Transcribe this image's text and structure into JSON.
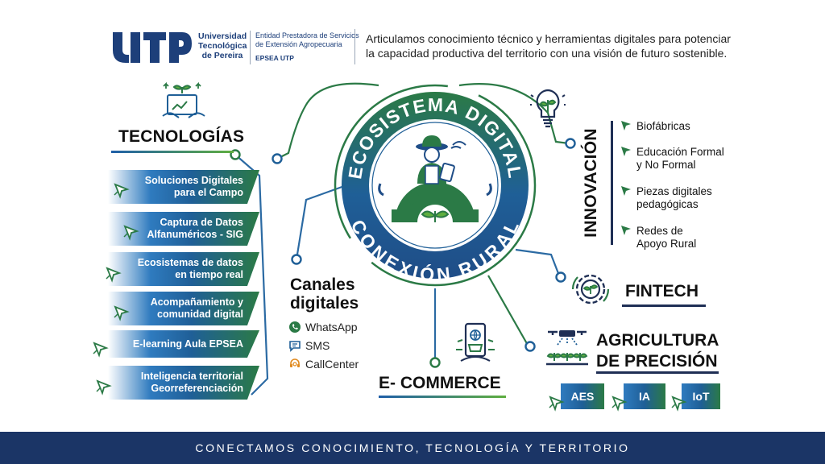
{
  "header": {
    "logo_text": "UTP",
    "university_name": "Universidad\nTecnológica\nde Pereira",
    "entity_name": "Entidad Prestadora de Servicios\nde Extensión Agropecuaria",
    "entity_code": "EPSEA UTP",
    "tagline": "Articulamos conocimiento técnico y herramientas digitales para potenciar\nla capacidad productiva del territorio con una visión de futuro sostenible."
  },
  "center": {
    "top_arc_text": "ECOSISTEMA DIGITAL",
    "bottom_arc_text": "CONEXIÓN RURAL"
  },
  "tecnologias": {
    "title": "TECNOLOGÍAS",
    "items": [
      {
        "label": "Soluciones Digitales\npara el Campo"
      },
      {
        "label": "Captura de Datos\nAlfanuméricos - SIG"
      },
      {
        "label": "Ecosistemas de datos\nen tiempo real"
      },
      {
        "label": "Acompañamiento y\ncomunidad digital"
      },
      {
        "label": "E-learning Aula EPSEA"
      },
      {
        "label": "Inteligencia territorial\nGeorreferenciación"
      }
    ]
  },
  "canales": {
    "title": "Canales\ndigitales",
    "items": [
      {
        "label": "WhatsApp",
        "icon": "whatsapp-icon"
      },
      {
        "label": "SMS",
        "icon": "sms-icon"
      },
      {
        "label": "CallCenter",
        "icon": "headset-icon"
      }
    ]
  },
  "innovacion": {
    "title": "INNOVACIÓN",
    "items": [
      {
        "label": "Biofábricas"
      },
      {
        "label": "Educación Formal\ny No Formal"
      },
      {
        "label": "Piezas digitales\npedagógicas"
      },
      {
        "label": "Redes de\nApoyo Rural"
      }
    ]
  },
  "fintech": {
    "title": "FINTECH"
  },
  "agricultura": {
    "title": "AGRICULTURA\nDE PRECISIÓN",
    "tags": [
      {
        "label": "AES"
      },
      {
        "label": "IA"
      },
      {
        "label": "IoT"
      }
    ]
  },
  "ecommerce": {
    "title": "E- COMMERCE"
  },
  "footer": {
    "text": "CONECTAMOS CONOCIMIENTO, TECNOLOGÍA Y TERRITORIO"
  },
  "colors": {
    "navy": "#1b3566",
    "blue": "#1f5f97",
    "green": "#2b7a46",
    "light_green": "#5fae3f"
  }
}
